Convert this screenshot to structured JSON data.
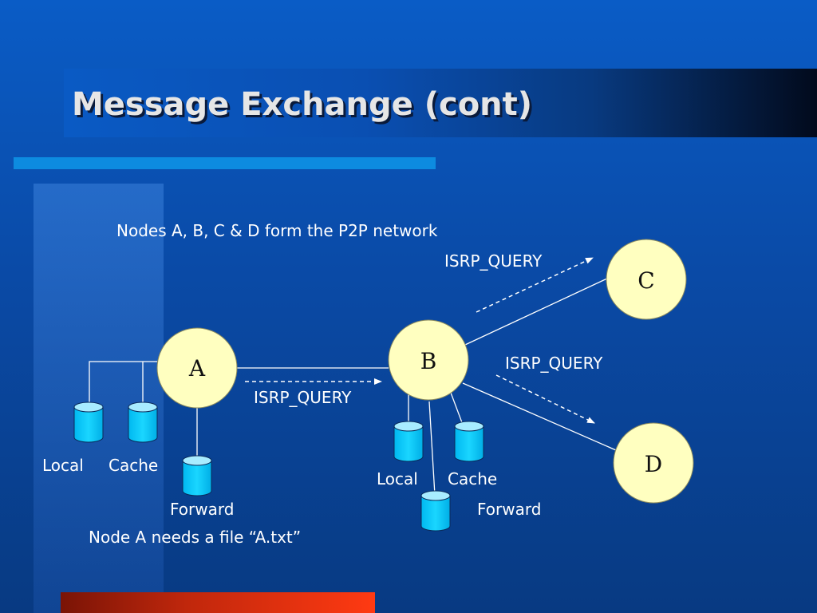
{
  "title": "Message Exchange (cont)",
  "description": "Nodes A, B, C & D form the P2P network",
  "caption": "Node A needs a file “A.txt”",
  "nodes": {
    "a": "A",
    "b": "B",
    "c": "C",
    "d": "D"
  },
  "labels": {
    "query_ab": "ISRP_QUERY",
    "query_bc": "ISRP_QUERY",
    "query_bd": "ISRP_QUERY",
    "a_local": "Local",
    "a_cache": "Cache",
    "a_forward": "Forward",
    "b_local": "Local",
    "b_cache": "Cache",
    "b_forward": "Forward"
  },
  "colors": {
    "node_fill": "#ffffc0",
    "db_fill": "#00ccff",
    "accent": "#0d8be0"
  }
}
